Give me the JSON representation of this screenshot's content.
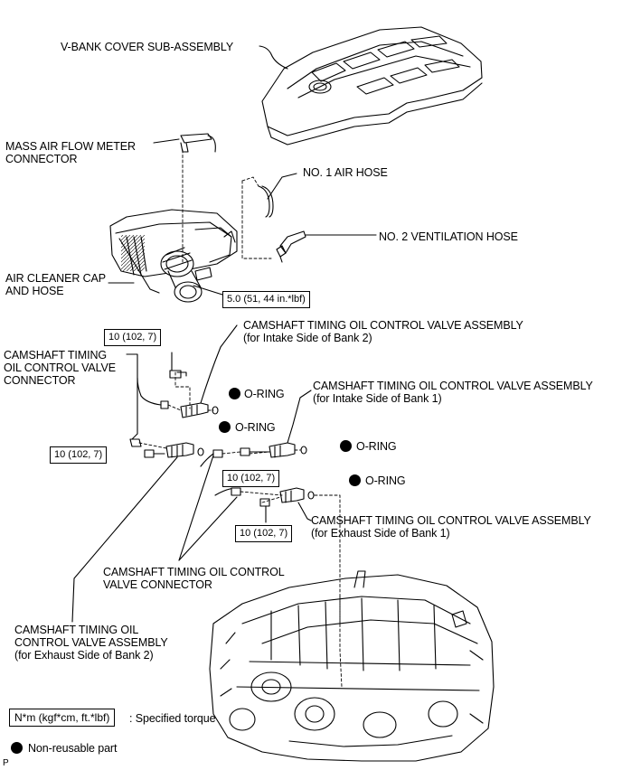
{
  "labels": {
    "v_bank_cover": "V-BANK COVER SUB-ASSEMBLY",
    "maf_connector_1": "MASS AIR FLOW METER",
    "maf_connector_2": "CONNECTOR",
    "no1_air_hose": "NO. 1 AIR HOSE",
    "no2_ventilation_hose": "NO. 2 VENTILATION HOSE",
    "air_cleaner_1": "AIR CLEANER CAP",
    "air_cleaner_2": "AND HOSE",
    "ocv_intake_b2_1": "CAMSHAFT TIMING OIL CONTROL VALVE ASSEMBLY",
    "ocv_intake_b2_2": "(for Intake Side of Bank 2)",
    "ocv_connector_left_1": "CAMSHAFT TIMING",
    "ocv_connector_left_2": "OIL CONTROL VALVE",
    "ocv_connector_left_3": "CONNECTOR",
    "ocv_intake_b1_1": "CAMSHAFT TIMING OIL CONTROL VALVE ASSEMBLY",
    "ocv_intake_b1_2": "(for Intake Side of Bank 1)",
    "ocv_exhaust_b1_1": "CAMSHAFT TIMING OIL CONTROL VALVE ASSEMBLY",
    "ocv_exhaust_b1_2": "(for Exhaust Side of Bank 1)",
    "ocv_connector_mid_1": "CAMSHAFT TIMING OIL CONTROL",
    "ocv_connector_mid_2": "VALVE CONNECTOR",
    "ocv_exhaust_b2_1": "CAMSHAFT TIMING OIL",
    "ocv_exhaust_b2_2": "CONTROL VALVE ASSEMBLY",
    "ocv_exhaust_b2_3": "(for Exhaust Side of Bank 2)",
    "o_ring": "O-RING"
  },
  "torque": {
    "clamp": "5.0 (51, 44 in.*lbf)",
    "bolt": "10 (102, 7)"
  },
  "legend": {
    "torque_box": "N*m (kgf*cm, ft.*lbf)",
    "torque_desc": ": Specified torque",
    "nonreusable": "Non-reusable part"
  },
  "footer_code": "P"
}
